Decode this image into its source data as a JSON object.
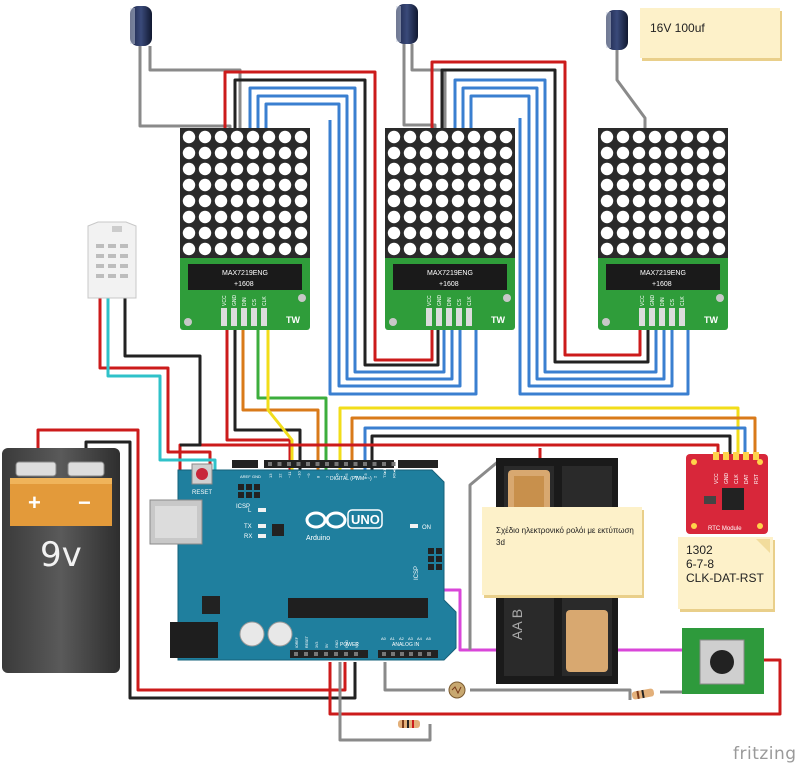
{
  "modules": {
    "matrix_chip_label": "MAX7219ENG",
    "matrix_chip_code": "+1608",
    "matrix_brand": "TW",
    "matrix_pins": [
      "VCC",
      "GND",
      "DIN",
      "CS",
      "CLK"
    ]
  },
  "notes": {
    "capacitor": "16V 100uf",
    "rtc_lines": [
      "1302",
      "6-7-8",
      "CLK-DAT-RST"
    ],
    "description": "Σχέδιο ηλεκτρονικό ρολόι με εκτύπωση 3d"
  },
  "battery_9v": {
    "label": "9v",
    "plus": "+",
    "minus": "−"
  },
  "battery_holder": {
    "label": "AA B"
  },
  "arduino": {
    "model": "UNO",
    "brand": "Arduino",
    "reset_label": "RESET",
    "icsp_label": "ICSP",
    "icsp2_label": "ICSP",
    "digital_label": "DIGITAL (PWM=~)",
    "power_label": "POWER",
    "analog_label": "ANALOG IN",
    "aref": "AREF",
    "gnd": "GND",
    "on_label": "ON",
    "led_l": "L",
    "tx": "TX",
    "rx": "RX",
    "digital_pins": [
      "13",
      "12",
      "~11",
      "~10",
      "~9",
      "8",
      "7",
      "~6",
      "~5",
      "4",
      "~3",
      "2",
      "TX▸1",
      "RX◂0"
    ],
    "power_pins": [
      "IOREF",
      "RESET",
      "3V3",
      "5V",
      "GND",
      "GND",
      "VIN"
    ],
    "analog_pins": [
      "A0",
      "A1",
      "A2",
      "A3",
      "A4",
      "A5"
    ]
  },
  "rtc": {
    "label": "RTC Module",
    "pins": [
      "VCC",
      "GND",
      "CLK",
      "DAT",
      "RST"
    ]
  },
  "watermark": "fritzing",
  "colors": {
    "wire_red": "#cc1b1b",
    "wire_black": "#222222",
    "wire_blue": "#3a7fd0",
    "wire_yellow": "#f2dd1a",
    "wire_orange": "#d97a1a",
    "wire_green": "#3cae3c",
    "wire_cyan": "#2fc2c9",
    "wire_magenta": "#d946d9",
    "wire_gray": "#8a8a8a",
    "pcb_green": "#2f9d3a",
    "arduino_blue": "#1f7f9e",
    "rtc_red": "#d8273a",
    "led_white": "#ffffff",
    "matrix_body": "#2a2a2a"
  }
}
